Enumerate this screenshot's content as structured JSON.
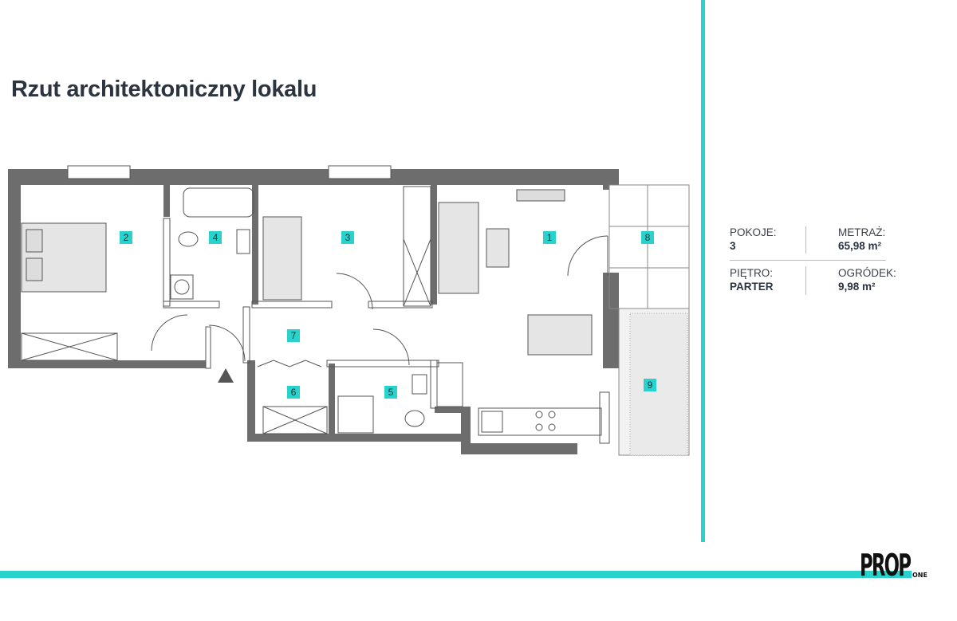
{
  "page_title": "Rzut architektoniczny lokalu",
  "colors": {
    "accent": "#27d3cc",
    "wall": "#6d6d6d",
    "text": "#2c3440"
  },
  "info": {
    "rooms_label": "POKOJE:",
    "rooms_value": "3",
    "area_label": "METRAŻ:",
    "area_value": "65,98 m²",
    "floor_label": "PIĘTRO:",
    "floor_value": "PARTER",
    "garden_label": "OGRÓDEK:",
    "garden_value": "9,98 m²"
  },
  "rooms": [
    "1",
    "2",
    "3",
    "4",
    "5",
    "6",
    "7",
    "8",
    "9"
  ],
  "logo": {
    "text": "PROP",
    "sub": "ONE"
  }
}
